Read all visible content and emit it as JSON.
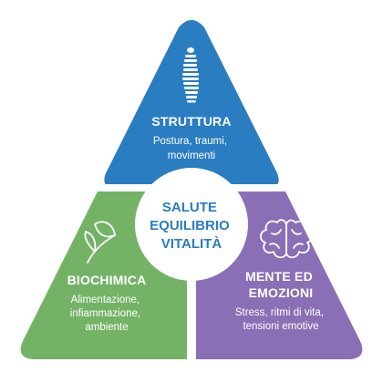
{
  "center": {
    "lines": [
      "SALUTE",
      "EQUILIBRIO",
      "VITALITÀ"
    ]
  },
  "sections": {
    "structure": {
      "title": "STRUTTURA",
      "desc": [
        "Postura, traumi,",
        "movimenti"
      ],
      "icon": "spine-icon"
    },
    "biochemistry": {
      "title": "BIOCHIMICA",
      "desc": [
        "Alimentazione,",
        "infiammazione,",
        "ambiente"
      ],
      "icon": "leaf-icon"
    },
    "mind": {
      "title": [
        "MENTE ED",
        "EMOZIONI"
      ],
      "desc": [
        "Stress, ritmi di vita,",
        "tensioni emotive"
      ],
      "icon": "brain-icon"
    }
  },
  "colors": {
    "structure": "#2a7dc1",
    "biochemistry": "#74b366",
    "mind": "#8a6fb6",
    "center_fill": "#ffffff",
    "center_text": "#2a7dc1",
    "on_color_text": "#ffffff"
  }
}
